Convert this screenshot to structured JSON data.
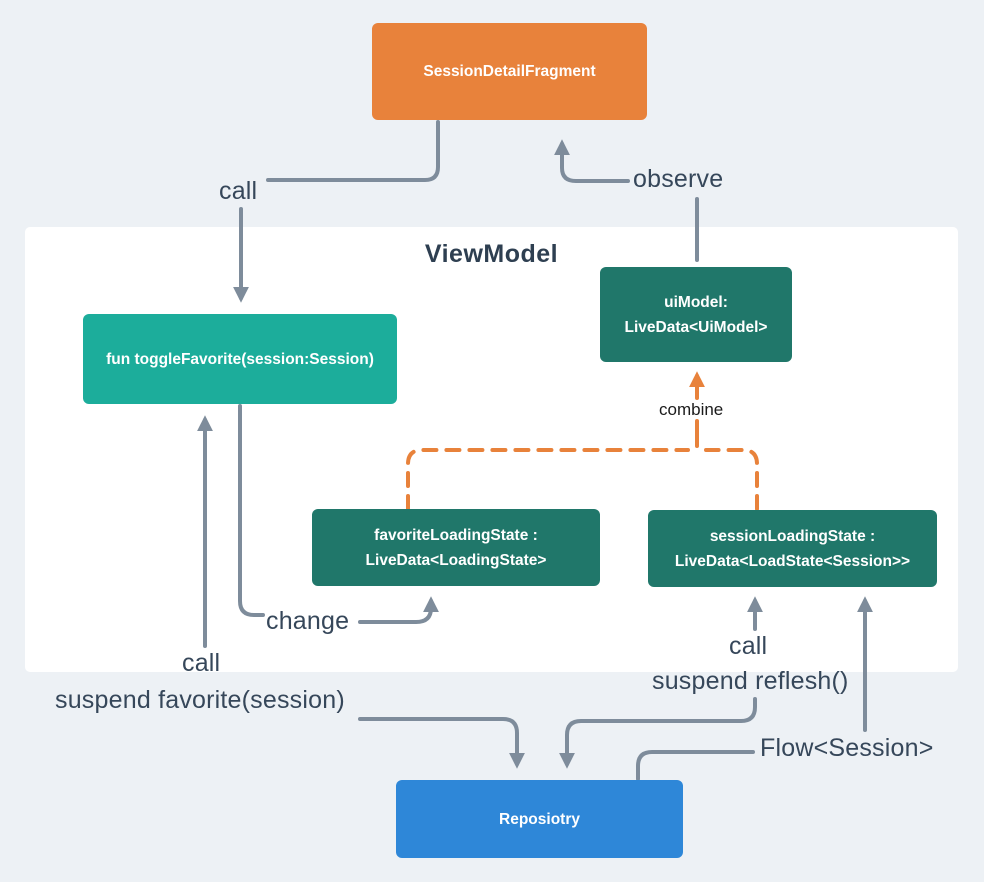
{
  "diagram": {
    "container_title": "ViewModel",
    "nodes": {
      "fragment": {
        "label": "SessionDetailFragment",
        "color": "#E8823B"
      },
      "toggle_favorite": {
        "label": "fun toggleFavorite(session:Session)",
        "color": "#1CAD9B"
      },
      "ui_model": {
        "line1": "uiModel:",
        "line2": "LiveData<UiModel>",
        "color": "#20776A"
      },
      "favorite_loading": {
        "line1": "favoriteLoadingState :",
        "line2": "LiveData<LoadingState>",
        "color": "#20776A"
      },
      "session_loading": {
        "line1": "sessionLoadingState :",
        "line2": "LiveData<LoadState<Session>>",
        "color": "#20776A"
      },
      "repository": {
        "label": "Reposiotry",
        "color": "#2E87D8"
      }
    },
    "labels": {
      "call_top": "call",
      "observe": "observe",
      "combine": "combine",
      "change": "change",
      "call_left": "call",
      "suspend_favorite": "suspend favorite(session)",
      "call_right": "call",
      "suspend_reflesh": "suspend reflesh()",
      "flow_session": "Flow<Session>"
    },
    "edges": [
      {
        "from": "SessionDetailFragment",
        "to": "fun toggleFavorite(session:Session)",
        "label": "call",
        "style": "solid-gray"
      },
      {
        "from": "uiModel: LiveData<UiModel>",
        "to": "SessionDetailFragment",
        "label": "observe",
        "style": "solid-gray"
      },
      {
        "from": "favoriteLoadingState : LiveData<LoadingState>",
        "to": "uiModel: LiveData<UiModel>",
        "label": "combine",
        "style": "dashed-orange"
      },
      {
        "from": "sessionLoadingState : LiveData<LoadState<Session>>",
        "to": "uiModel: LiveData<UiModel>",
        "label": "combine",
        "style": "dashed-orange"
      },
      {
        "from": "fun toggleFavorite(session:Session)",
        "to": "favoriteLoadingState : LiveData<LoadingState>",
        "label": "change",
        "style": "solid-gray"
      },
      {
        "from": "Reposiotry",
        "to": "fun toggleFavorite(session:Session)",
        "label": "call",
        "style": "solid-gray"
      },
      {
        "from": "suspend favorite(session)",
        "to": "Reposiotry",
        "label": "suspend favorite(session)",
        "style": "solid-gray"
      },
      {
        "from": "suspend reflesh()",
        "to": "Reposiotry",
        "label": "call / suspend reflesh()",
        "style": "solid-gray"
      },
      {
        "from": "Reposiotry",
        "to": "sessionLoadingState : LiveData<LoadState<Session>>",
        "label": "Flow<Session>",
        "style": "solid-gray"
      }
    ],
    "colors": {
      "background": "#EDF1F5",
      "container": "#FFFFFF",
      "wire_gray": "#7E8C9B",
      "wire_orange": "#E8823B",
      "label_text": "#36475A",
      "title_text": "#2E3F51"
    }
  }
}
